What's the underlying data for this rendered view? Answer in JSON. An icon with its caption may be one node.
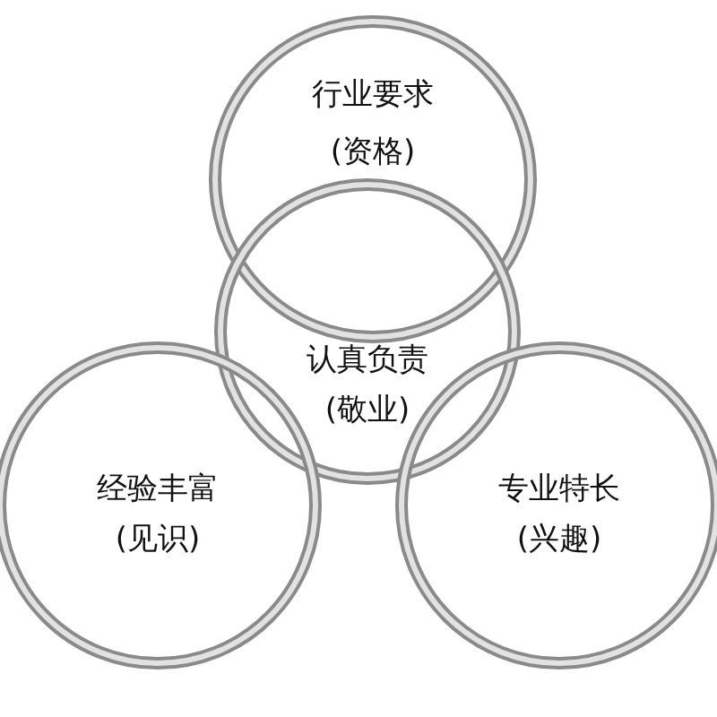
{
  "diagram": {
    "nodes": [
      {
        "text": [
          "行业要求",
          "(资格)"
        ]
      },
      {
        "text": [
          "认真负责",
          "(敬业)"
        ]
      },
      {
        "text": [
          "经验丰富",
          "(见识)"
        ]
      },
      {
        "text": [
          "专业特长",
          "(兴趣)"
        ]
      }
    ]
  }
}
